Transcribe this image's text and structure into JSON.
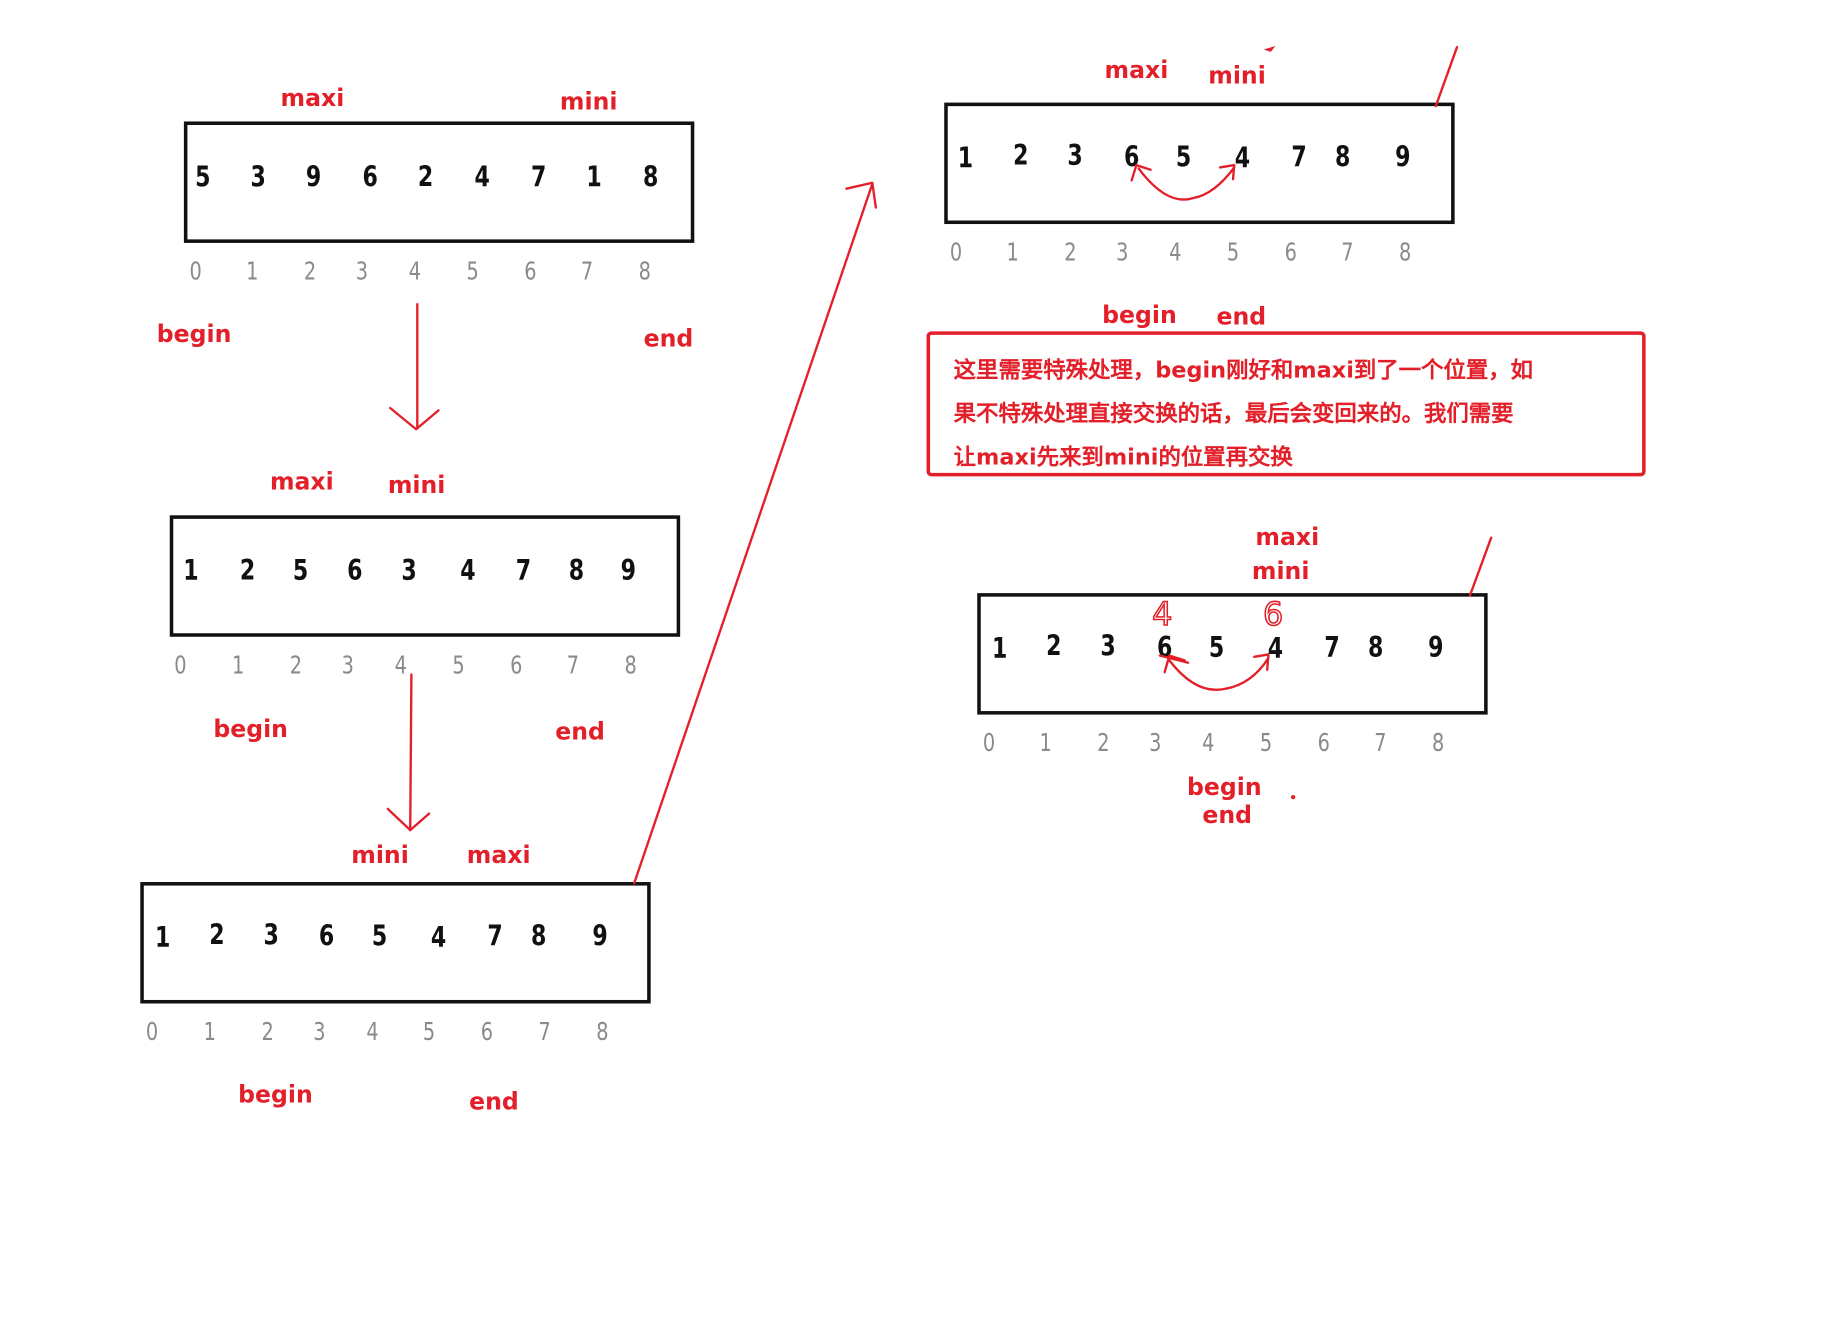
{
  "colors": {
    "annotation": "#e3202a",
    "box_border": "#111111",
    "index_text": "#8a8a8a",
    "background": "#ffffff"
  },
  "steps": [
    {
      "values": [
        "5",
        "3",
        "9",
        "6",
        "2",
        "4",
        "7",
        "1",
        "8"
      ],
      "indices": [
        "0",
        "1",
        "2",
        "3",
        "4",
        "5",
        "6",
        "7",
        "8"
      ],
      "pointers": {
        "maxi": "maxi",
        "mini": "mini",
        "begin": "begin",
        "end": "end"
      }
    },
    {
      "values": [
        "1",
        "2",
        "5",
        "6",
        "3",
        "4",
        "7",
        "8",
        "9"
      ],
      "indices": [
        "0",
        "1",
        "2",
        "3",
        "4",
        "5",
        "6",
        "7",
        "8"
      ],
      "pointers": {
        "maxi": "maxi",
        "mini": "mini",
        "begin": "begin",
        "end": "end"
      }
    },
    {
      "values": [
        "1",
        "2",
        "3",
        "6",
        "5",
        "4",
        "7",
        "8",
        "9"
      ],
      "indices": [
        "0",
        "1",
        "2",
        "3",
        "4",
        "5",
        "6",
        "7",
        "8"
      ],
      "pointers": {
        "maxi": "maxi",
        "mini": "mini",
        "begin": "begin",
        "end": "end"
      }
    },
    {
      "values": [
        "1",
        "2",
        "3",
        "6",
        "5",
        "4",
        "7",
        "8",
        "9"
      ],
      "indices": [
        "0",
        "1",
        "2",
        "3",
        "4",
        "5",
        "6",
        "7",
        "8"
      ],
      "pointers": {
        "maxi": "maxi",
        "mini": "mini",
        "begin": "begin",
        "end": "end"
      }
    },
    {
      "values": [
        "1",
        "2",
        "3",
        "6",
        "5",
        "4",
        "7",
        "8",
        "9"
      ],
      "indices": [
        "0",
        "1",
        "2",
        "3",
        "4",
        "5",
        "6",
        "7",
        "8"
      ],
      "pointers": {
        "maxi": "maxi",
        "mini": "mini",
        "begin": "begin",
        "end": "end"
      },
      "handwritten": {
        "over_index_3": "4",
        "over_index_5": "6"
      }
    }
  ],
  "note": {
    "lines": [
      "这里需要特殊处理，begin刚好和maxi到了一个位置，如",
      "果不特殊处理直接交换的话，最后会变回来的。我们需要",
      "让maxi先来到mini的位置再交换"
    ]
  }
}
